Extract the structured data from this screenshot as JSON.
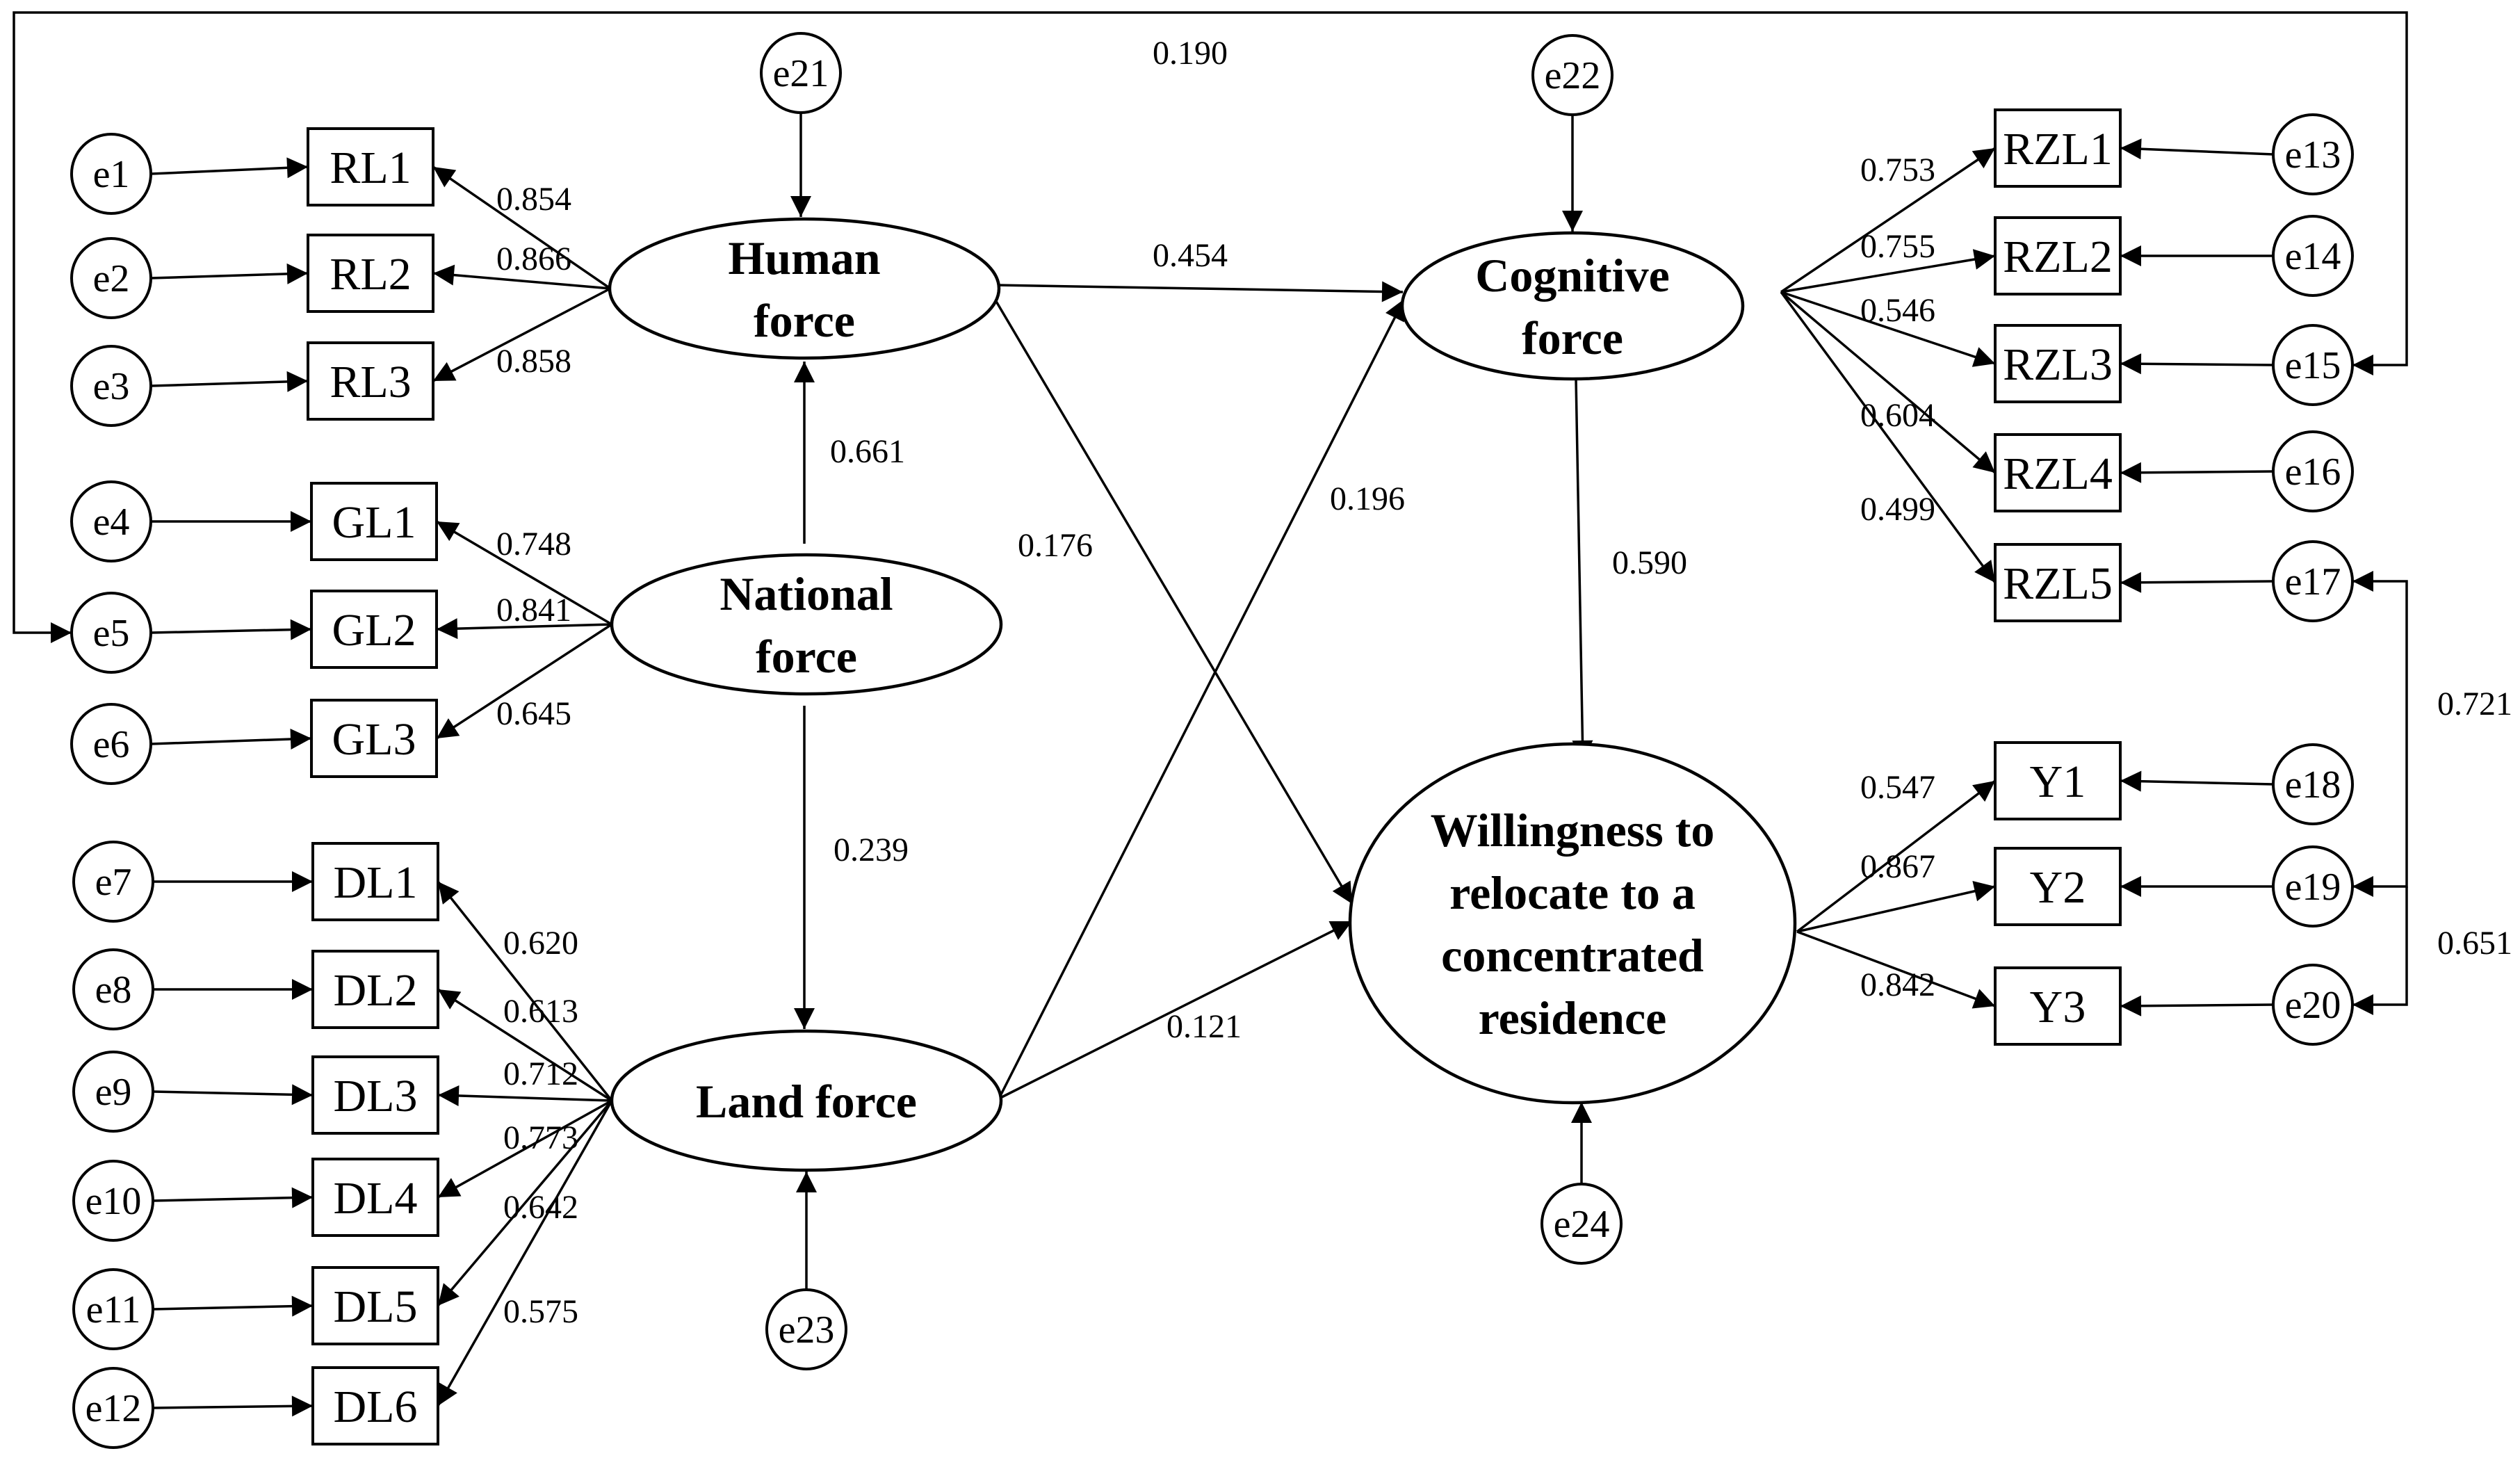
{
  "errors": [
    "e1",
    "e2",
    "e3",
    "e4",
    "e5",
    "e6",
    "e7",
    "e8",
    "e9",
    "e10",
    "e11",
    "e12",
    "e13",
    "e14",
    "e15",
    "e16",
    "e17",
    "e18",
    "e19",
    "e20",
    "e21",
    "e22",
    "e23",
    "e24"
  ],
  "indicators": {
    "RL1": "RL1",
    "RL2": "RL2",
    "RL3": "RL3",
    "GL1": "GL1",
    "GL2": "GL2",
    "GL3": "GL3",
    "DL1": "DL1",
    "DL2": "DL2",
    "DL3": "DL3",
    "DL4": "DL4",
    "DL5": "DL5",
    "DL6": "DL6",
    "RZL1": "RZL1",
    "RZL2": "RZL2",
    "RZL3": "RZL3",
    "RZL4": "RZL4",
    "RZL5": "RZL5",
    "Y1": "Y1",
    "Y2": "Y2",
    "Y3": "Y3"
  },
  "latents": {
    "human": [
      "Human",
      "force"
    ],
    "national": [
      "National",
      "force"
    ],
    "land": [
      "Land force"
    ],
    "cognitive": [
      "Cognitive",
      "force"
    ],
    "willingness": [
      "Willingness to",
      "relocate to a",
      "concentrated",
      "residence"
    ]
  },
  "loadings": {
    "RL1": "0.854",
    "RL2": "0.866",
    "RL3": "0.858",
    "GL1": "0.748",
    "GL2": "0.841",
    "GL3": "0.645",
    "DL1": "0.620",
    "DL2": "0.613",
    "DL3": "0.712",
    "DL4": "0.773",
    "DL5": "0.642",
    "DL6": "0.575",
    "RZL1": "0.753",
    "RZL2": "0.755",
    "RZL3": "0.546",
    "RZL4": "0.604",
    "RZL5": "0.499",
    "Y1": "0.547",
    "Y2": "0.867",
    "Y3": "0.842"
  },
  "paths": {
    "national_to_human": "0.661",
    "national_to_land": "0.239",
    "human_to_cognitive": "0.454",
    "human_to_willingness": "0.176",
    "land_to_cognitive": "0.196",
    "land_to_willingness": "0.121",
    "cognitive_to_willingness": "0.590"
  },
  "covariances": {
    "e5_e15": "0.190",
    "e17_e19": "0.721",
    "e19_e20": "0.651"
  }
}
